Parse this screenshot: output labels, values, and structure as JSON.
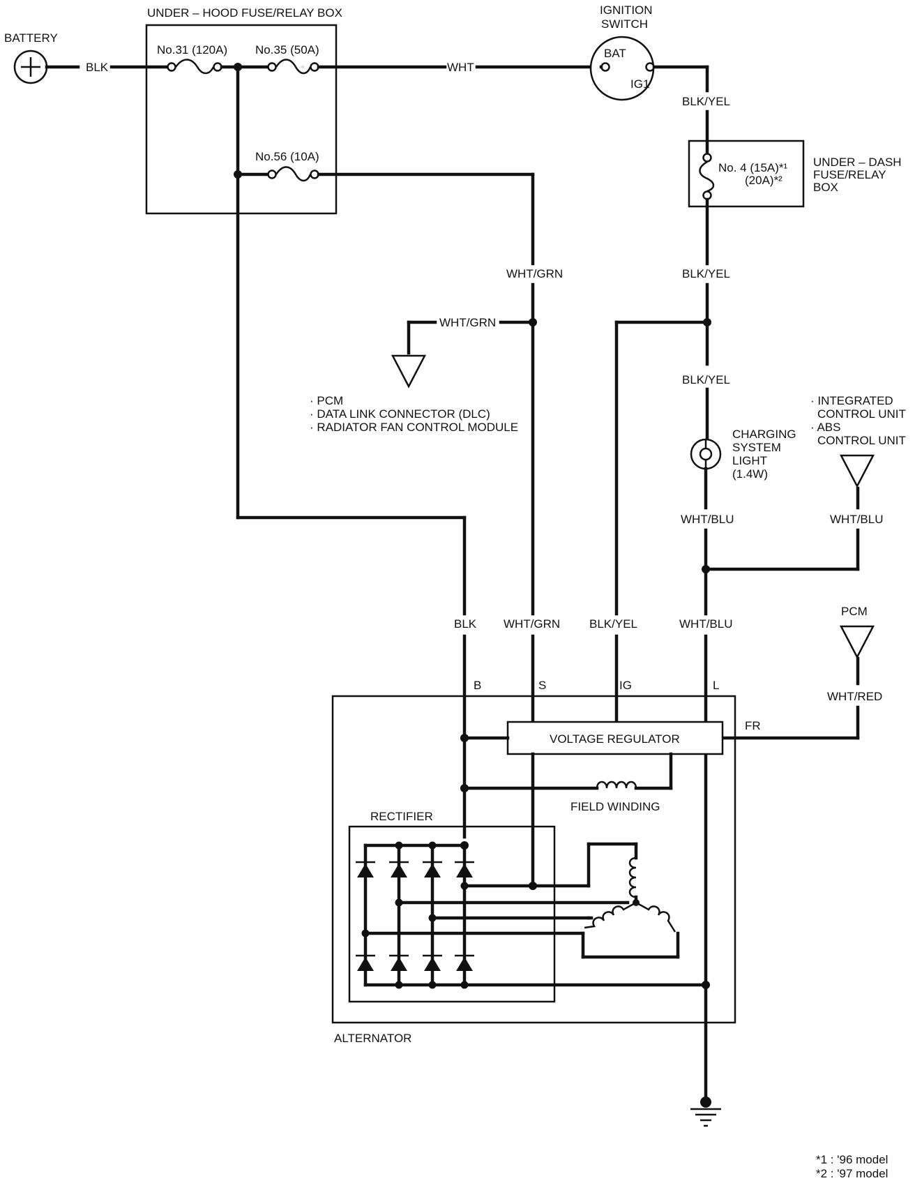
{
  "components": {
    "battery": "BATTERY",
    "under_hood_box": "UNDER – HOOD FUSE/RELAY BOX",
    "fuse_31": "No.31 (120A)",
    "fuse_35": "No.35 (50A)",
    "fuse_56": "No.56 (10A)",
    "ignition_switch_line1": "IGNITION",
    "ignition_switch_line2": "SWITCH",
    "bat_terminal": "BAT",
    "ig1_terminal": "IG1",
    "fuse_4_line1": "No. 4 (15A)*¹",
    "fuse_4_line2": "(20A)*²",
    "under_dash_box_line1": "UNDER – DASH",
    "under_dash_box_line2": "FUSE/RELAY",
    "under_dash_box_line3": "BOX",
    "light_line1": "CHARGING",
    "light_line2": "SYSTEM",
    "light_line3": "LIGHT",
    "light_line4": "(1.4W)",
    "dest_pcm_list_1": "· PCM",
    "dest_pcm_list_2": "· DATA LINK CONNECTOR (DLC)",
    "dest_pcm_list_3": "· RADIATOR FAN CONTROL MODULE",
    "dest_icu_1": "· INTEGRATED",
    "dest_icu_2": "CONTROL UNIT",
    "dest_icu_3": "· ABS",
    "dest_icu_4": "CONTROL UNIT",
    "dest_pcm": "PCM",
    "voltage_regulator": "VOLTAGE REGULATOR",
    "field_winding": "FIELD WINDING",
    "rectifier": "RECTIFIER",
    "alternator": "ALTERNATOR",
    "term_b": "B",
    "term_s": "S",
    "term_ig": "IG",
    "term_l": "L",
    "term_fr": "FR"
  },
  "wires": {
    "blk_battery": "BLK",
    "wht_main": "WHT",
    "blk_yel_1": "BLK/YEL",
    "blk_yel_2": "BLK/YEL",
    "blk_yel_3": "BLK/YEL",
    "wht_grn_1": "WHT/GRN",
    "wht_grn_2": "WHT/GRN",
    "wht_blu_1": "WHT/BLU",
    "wht_blu_2": "WHT/BLU",
    "blk_alt": "BLK",
    "wht_grn_alt": "WHT/GRN",
    "blk_yel_alt": "BLK/YEL",
    "wht_blu_alt": "WHT/BLU",
    "wht_red": "WHT/RED"
  },
  "notes": {
    "note1": "*1 : '96 model",
    "note2": "*2 : '97 model"
  }
}
